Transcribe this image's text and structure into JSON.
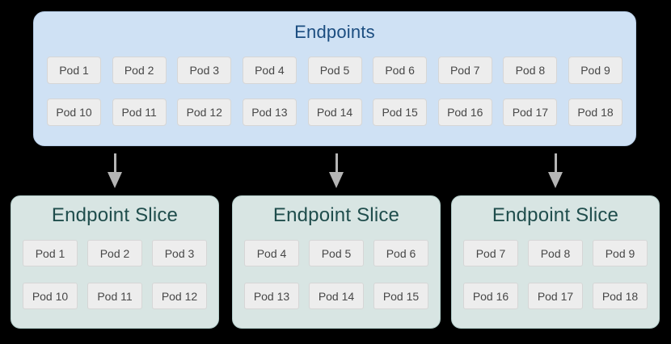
{
  "endpoints": {
    "title": "Endpoints",
    "rows": [
      [
        "Pod 1",
        "Pod 2",
        "Pod 3",
        "Pod 4",
        "Pod 5",
        "Pod 6",
        "Pod 7",
        "Pod 8",
        "Pod 9"
      ],
      [
        "Pod 10",
        "Pod 11",
        "Pod 12",
        "Pod 13",
        "Pod 14",
        "Pod 15",
        "Pod 16",
        "Pod 17",
        "Pod 18"
      ]
    ]
  },
  "slices": [
    {
      "title": "Endpoint Slice",
      "rows": [
        [
          "Pod 1",
          "Pod 2",
          "Pod 3"
        ],
        [
          "Pod 10",
          "Pod 11",
          "Pod 12"
        ]
      ]
    },
    {
      "title": "Endpoint Slice",
      "rows": [
        [
          "Pod 4",
          "Pod 5",
          "Pod 6"
        ],
        [
          "Pod 13",
          "Pod 14",
          "Pod 15"
        ]
      ]
    },
    {
      "title": "Endpoint Slice",
      "rows": [
        [
          "Pod 7",
          "Pod 8",
          "Pod 9"
        ],
        [
          "Pod 16",
          "Pod 17",
          "Pod 18"
        ]
      ]
    }
  ],
  "colors": {
    "canvas_background": "#000000",
    "endpoints_fill": "#cfe1f4",
    "endpoints_border": "#b7cde6",
    "endpoints_title_text": "#1b4d80",
    "slice_fill": "#d8e5e3",
    "slice_border": "#b3cdca",
    "slice_title_text": "#1f4d4c",
    "pod_fill": "#ededed",
    "pod_border": "#d6d6d6",
    "pod_text": "#474747",
    "arrow": "#b5b5b5"
  }
}
